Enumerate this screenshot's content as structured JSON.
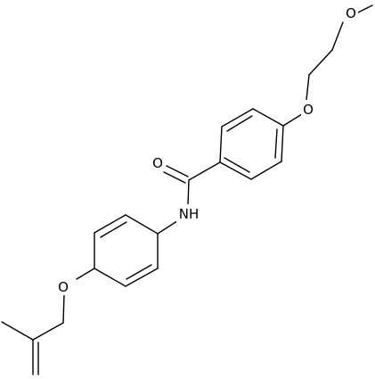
{
  "diagram": {
    "atom_labels": {
      "methoxy_oxygen": "O",
      "ether_oxygen_top": "O",
      "carbonyl_oxygen": "O",
      "amide_nitrogen": "NH",
      "ether_oxygen_bottom": "O"
    }
  }
}
